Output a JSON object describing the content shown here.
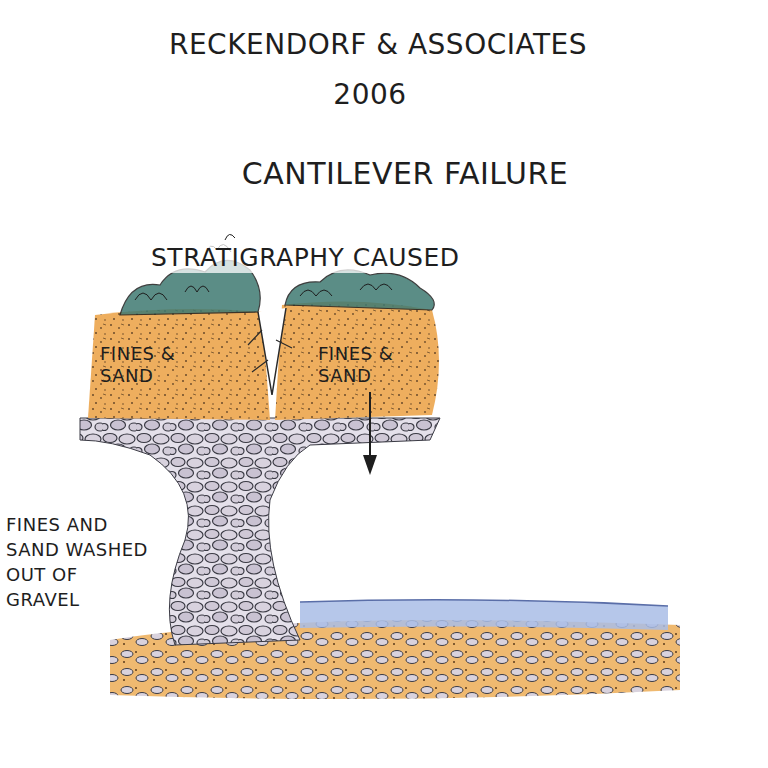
{
  "diagram": {
    "title": "CANTILEVER FAILURE",
    "labels": [
      "RECKENDORF & ASSOCIATES",
      "2006",
      "STRATIGRAPHY CAUSED",
      "FINES & SAND",
      "FINES & SAND",
      "FINES AND SAND WASHED OUT OF GRAVEL"
    ]
  }
}
